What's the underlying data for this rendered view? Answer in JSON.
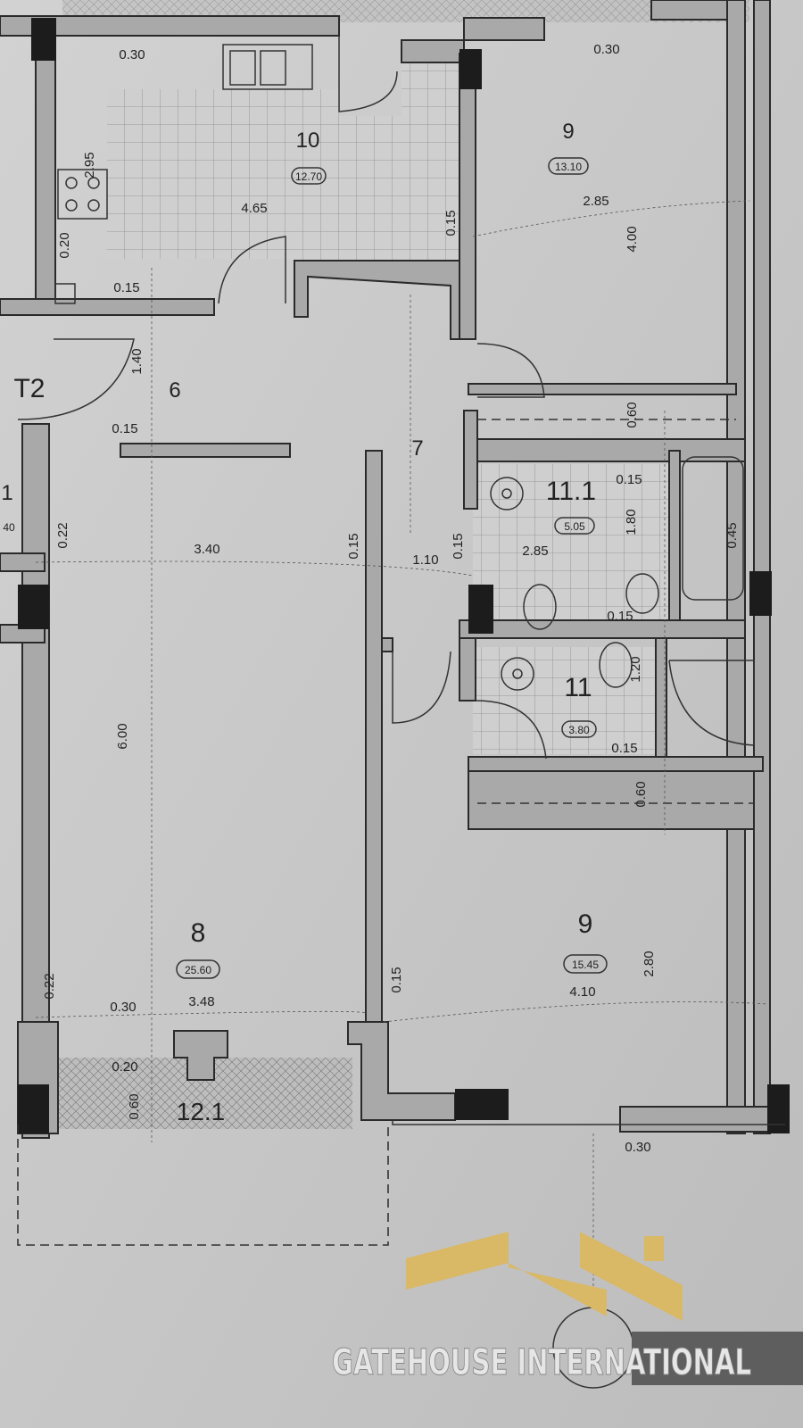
{
  "rooms": {
    "kitchen": {
      "number": "10",
      "area": "12.70"
    },
    "bedroom_top": {
      "number": "9",
      "area": "13.10"
    },
    "t2": {
      "number": "T2"
    },
    "hall": {
      "number": "6"
    },
    "corridor": {
      "number": "7"
    },
    "bath_ensuite": {
      "number": "11.1",
      "area": "5.05"
    },
    "bath": {
      "number": "11",
      "area": "3.80"
    },
    "living": {
      "number": "8",
      "area": "25.60"
    },
    "bedroom_bottom": {
      "number": "9",
      "area": "15.45"
    },
    "balcony": {
      "number": "12.1"
    },
    "left_partial": {
      "number": "1",
      "area": "40"
    }
  },
  "dimensions": [
    "0.30",
    "0.30",
    "2.95",
    "4.65",
    "0.15",
    "2.85",
    "4.00",
    "0.20",
    "0.15",
    "1.40",
    "0.15",
    "0.60",
    "0.15",
    "1.80",
    "0.45",
    "2.85",
    "0.22",
    "3.40",
    "0.15",
    "1.10",
    "0.15",
    "0.15",
    "1.20",
    "0.15",
    "0.60",
    "6.00",
    "0.22",
    "0.30",
    "3.48",
    "0.15",
    "4.10",
    "2.80",
    "0.20",
    "0.60",
    "0.30"
  ],
  "watermark": {
    "text": "GATEHOUSE INTERNATIONAL",
    "logo_color": "#d9b866"
  }
}
